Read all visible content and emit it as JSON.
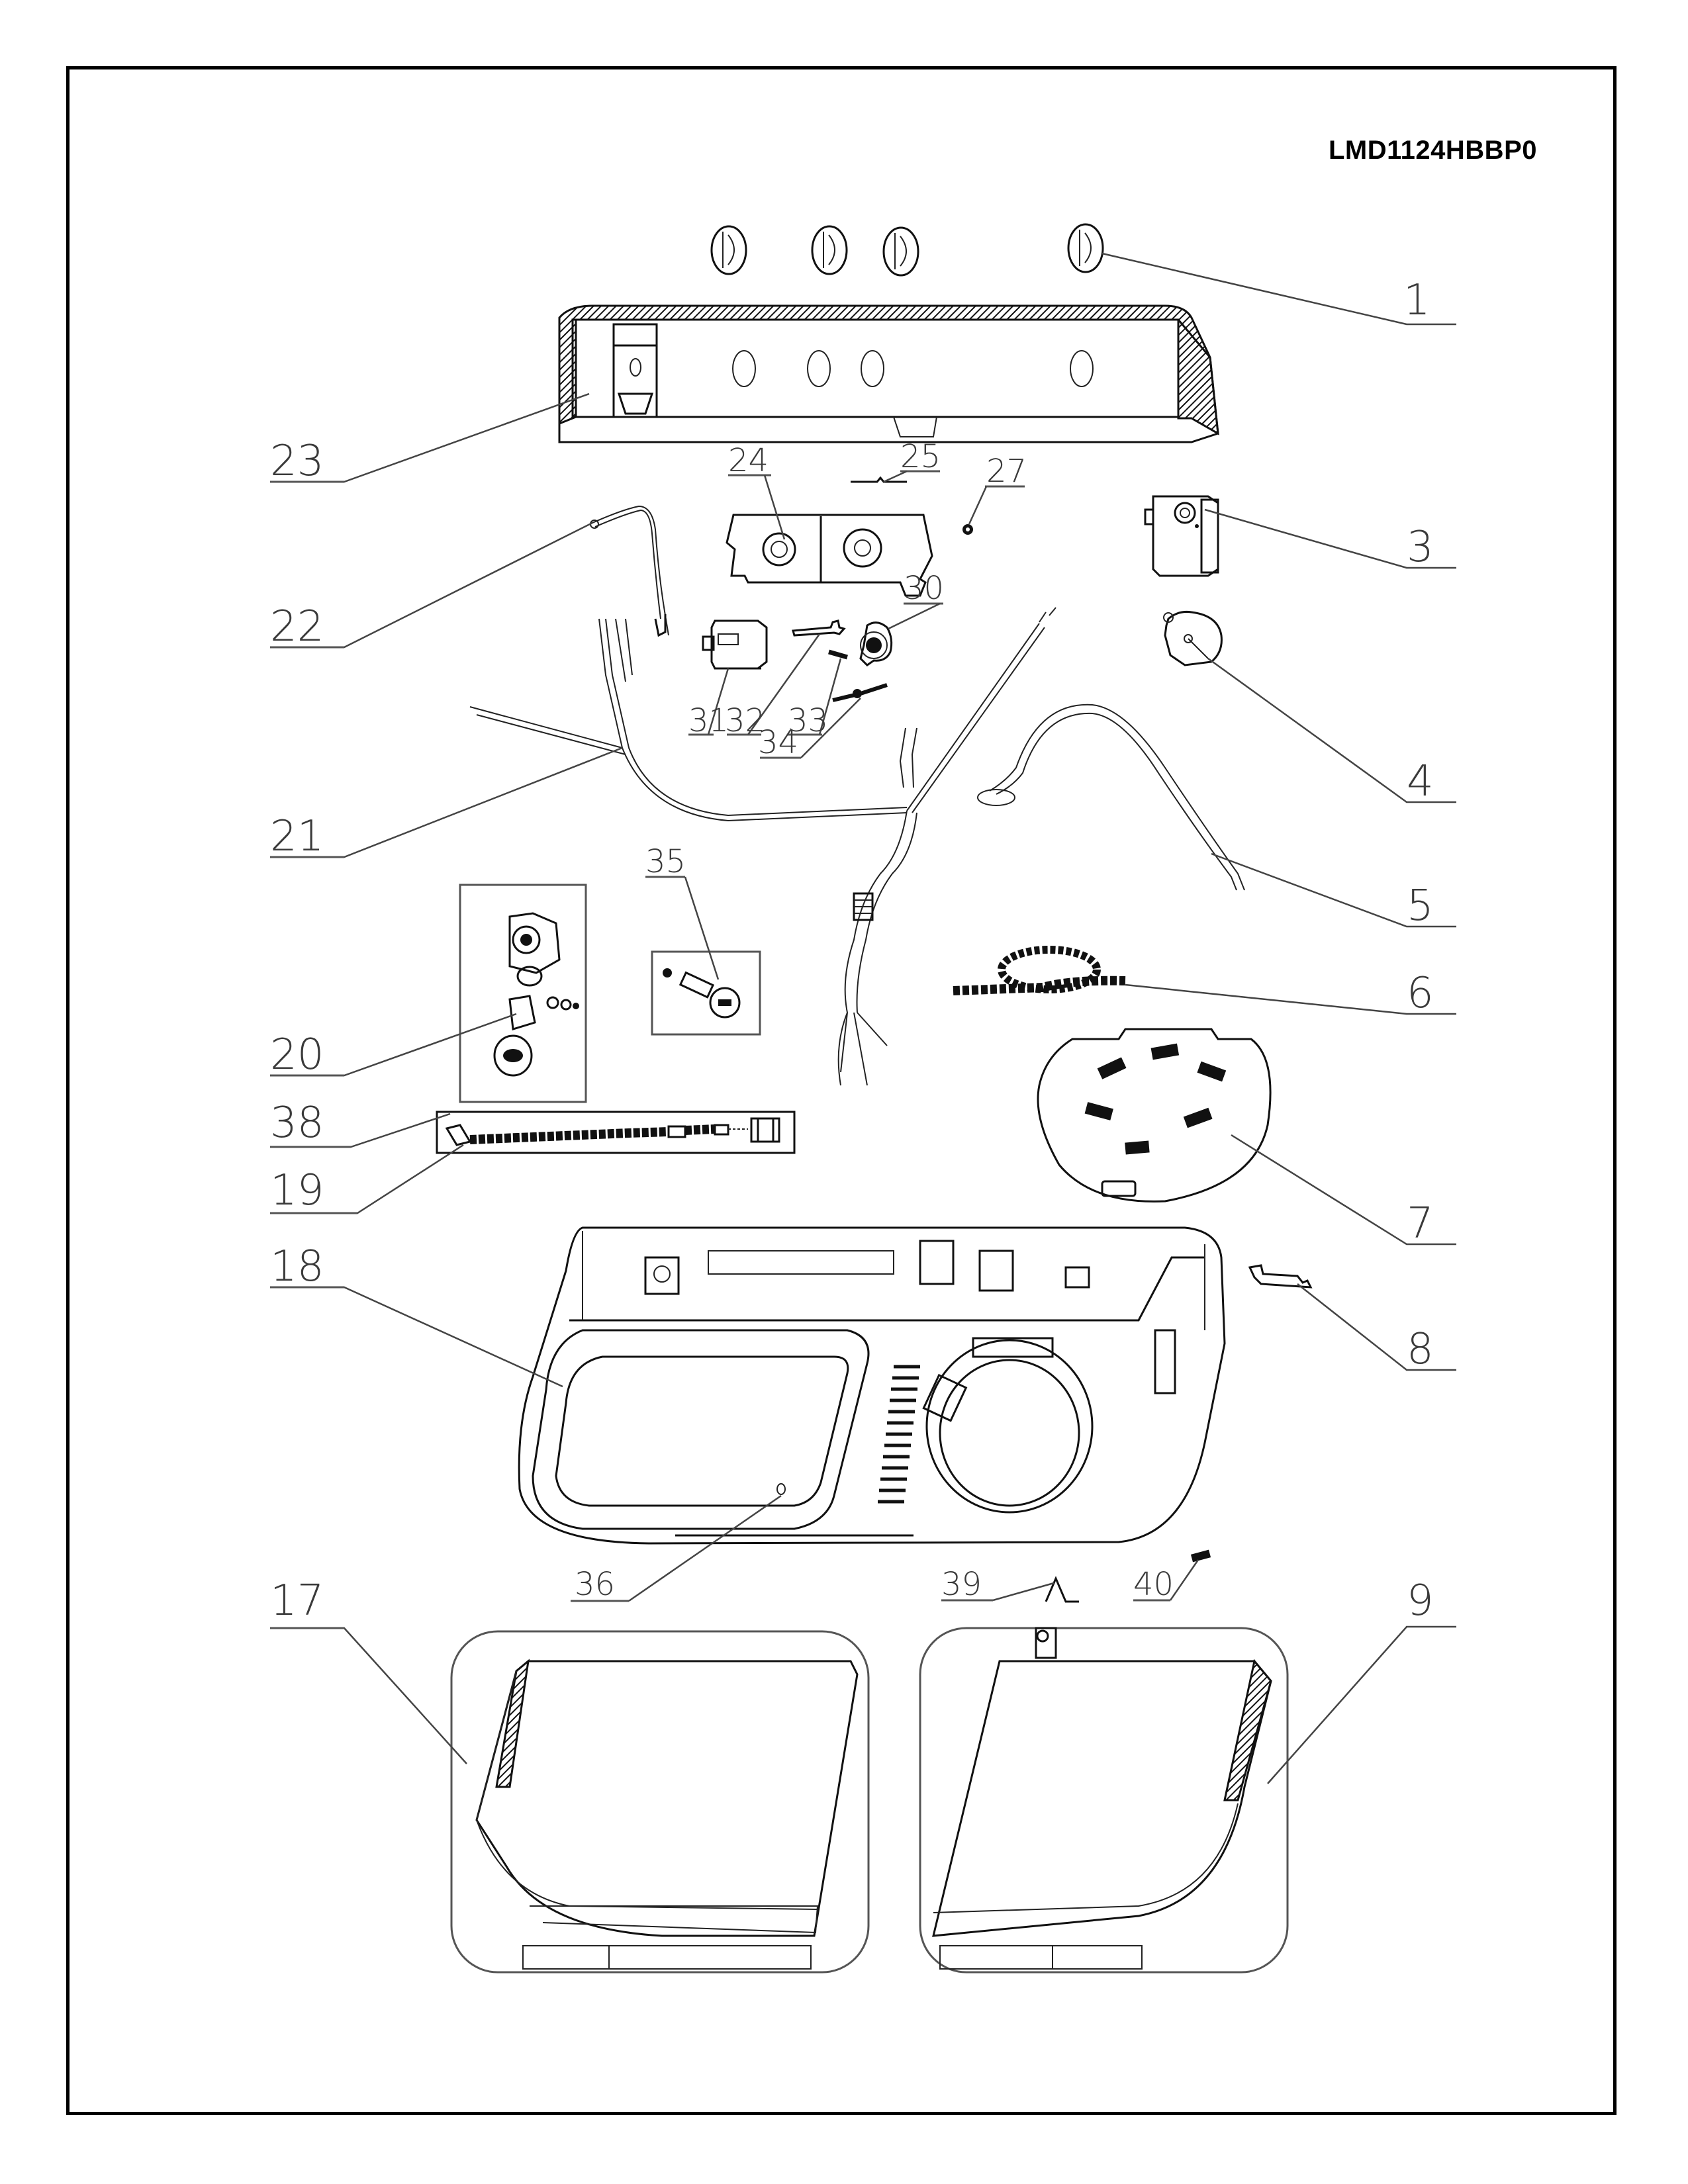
{
  "document": {
    "model_number": "LMD1124HBBP0",
    "diagram_type": "exploded parts diagram"
  },
  "colors": {
    "line": "#111111",
    "label": "#3a3a3a",
    "background": "#ffffff"
  },
  "callouts": {
    "c1": "1",
    "c3": "3",
    "c4": "4",
    "c5": "5",
    "c6": "6",
    "c7": "7",
    "c8": "8",
    "c9": "9",
    "c17": "17",
    "c18": "18",
    "c19": "19",
    "c20": "20",
    "c21": "21",
    "c22": "22",
    "c23": "23",
    "c24": "24",
    "c25": "25",
    "c27": "27",
    "c30": "30",
    "c31": "31",
    "c32": "32",
    "c33": "33",
    "c34": "34",
    "c35": "35",
    "c36": "36",
    "c38": "38",
    "c39": "39",
    "c40": "40"
  }
}
